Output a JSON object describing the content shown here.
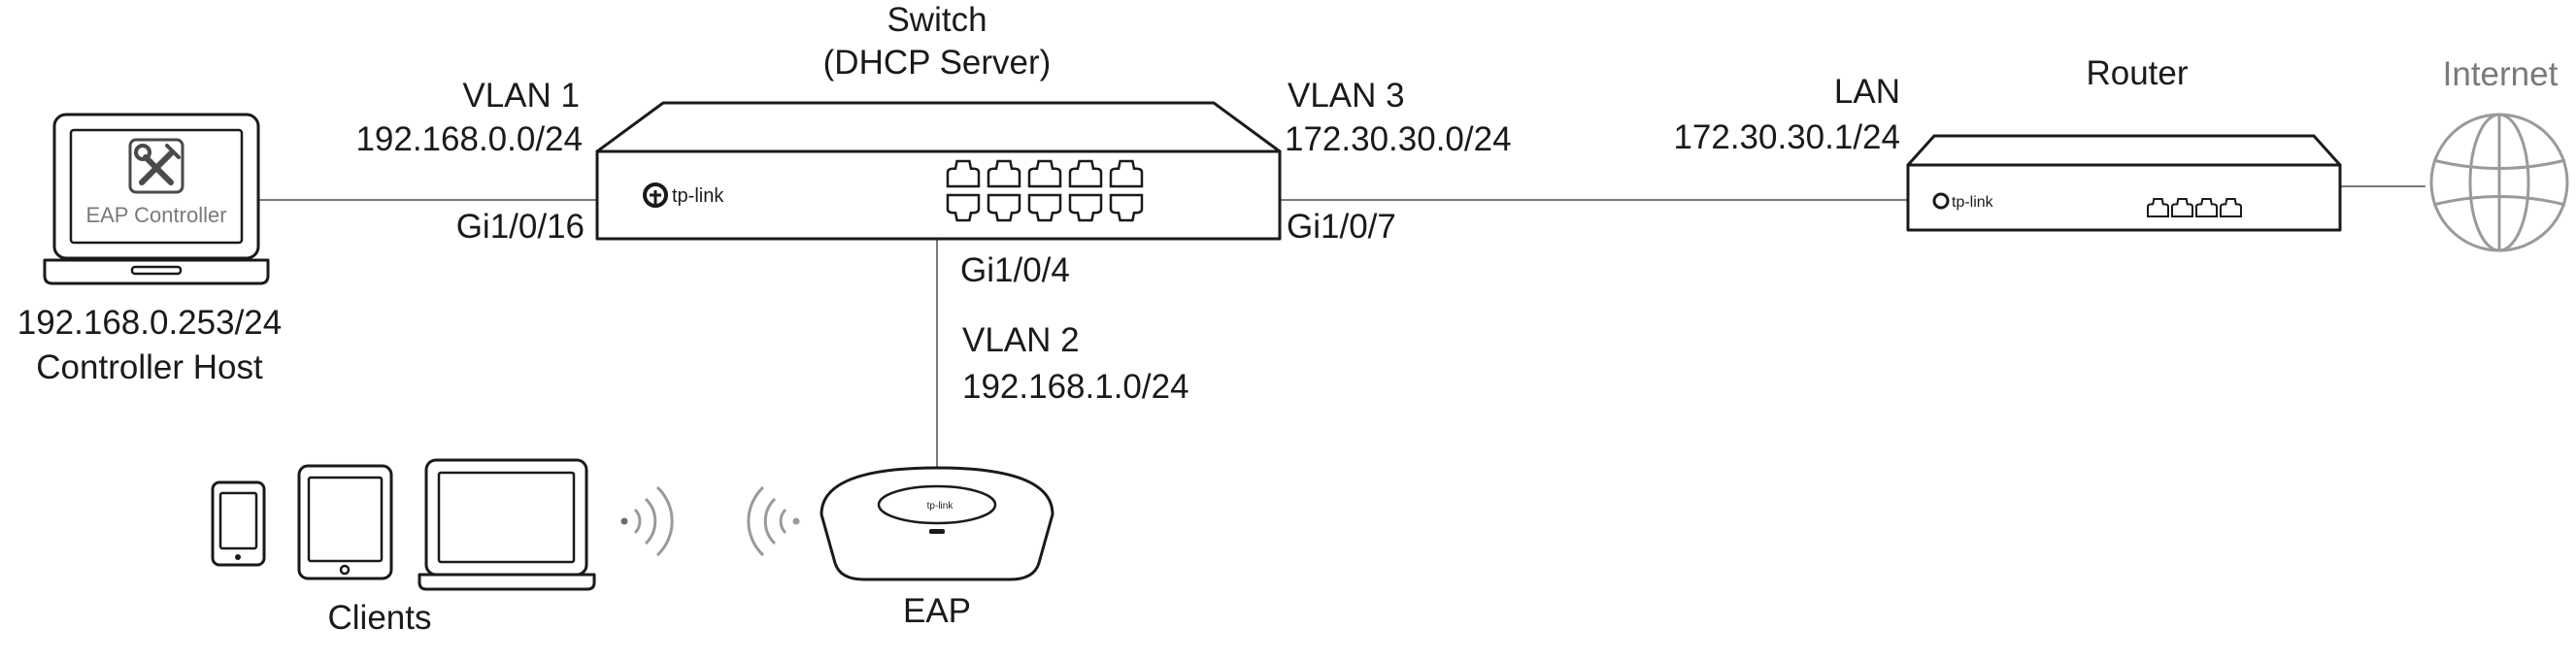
{
  "devices": {
    "switch": {
      "title": "Switch",
      "subtitle": "(DHCP Server)",
      "brand": "tp-link"
    },
    "router": {
      "title": "Router",
      "brand": "tp-link"
    },
    "internet": {
      "title": "Internet"
    },
    "controller": {
      "screen_label": "EAP Controller",
      "ip": "192.168.0.253/24",
      "name": "Controller Host"
    },
    "eap": {
      "title": "EAP",
      "brand": "tp-link"
    },
    "clients": {
      "title": "Clients"
    }
  },
  "links": {
    "vlan1": {
      "name": "VLAN 1",
      "subnet": "192.168.0.0/24",
      "port": "Gi1/0/16"
    },
    "vlan3": {
      "name": "VLAN 3",
      "subnet": "172.30.30.0/24",
      "port": "Gi1/0/7"
    },
    "vlan2": {
      "name": "VLAN 2",
      "subnet": "192.168.1.0/24",
      "port": "Gi1/0/4"
    },
    "lan": {
      "name": "LAN",
      "address": "172.30.30.1/24"
    }
  },
  "icons": [
    "laptop-icon",
    "tools-icon",
    "switch-icon",
    "router-icon",
    "globe-icon",
    "access-point-icon",
    "wifi-signal-icon",
    "smartphone-icon",
    "tablet-icon"
  ],
  "colors": {
    "line": "#1a1a1a",
    "link": "#7a7a7a",
    "globe": "#9a9a9a"
  }
}
